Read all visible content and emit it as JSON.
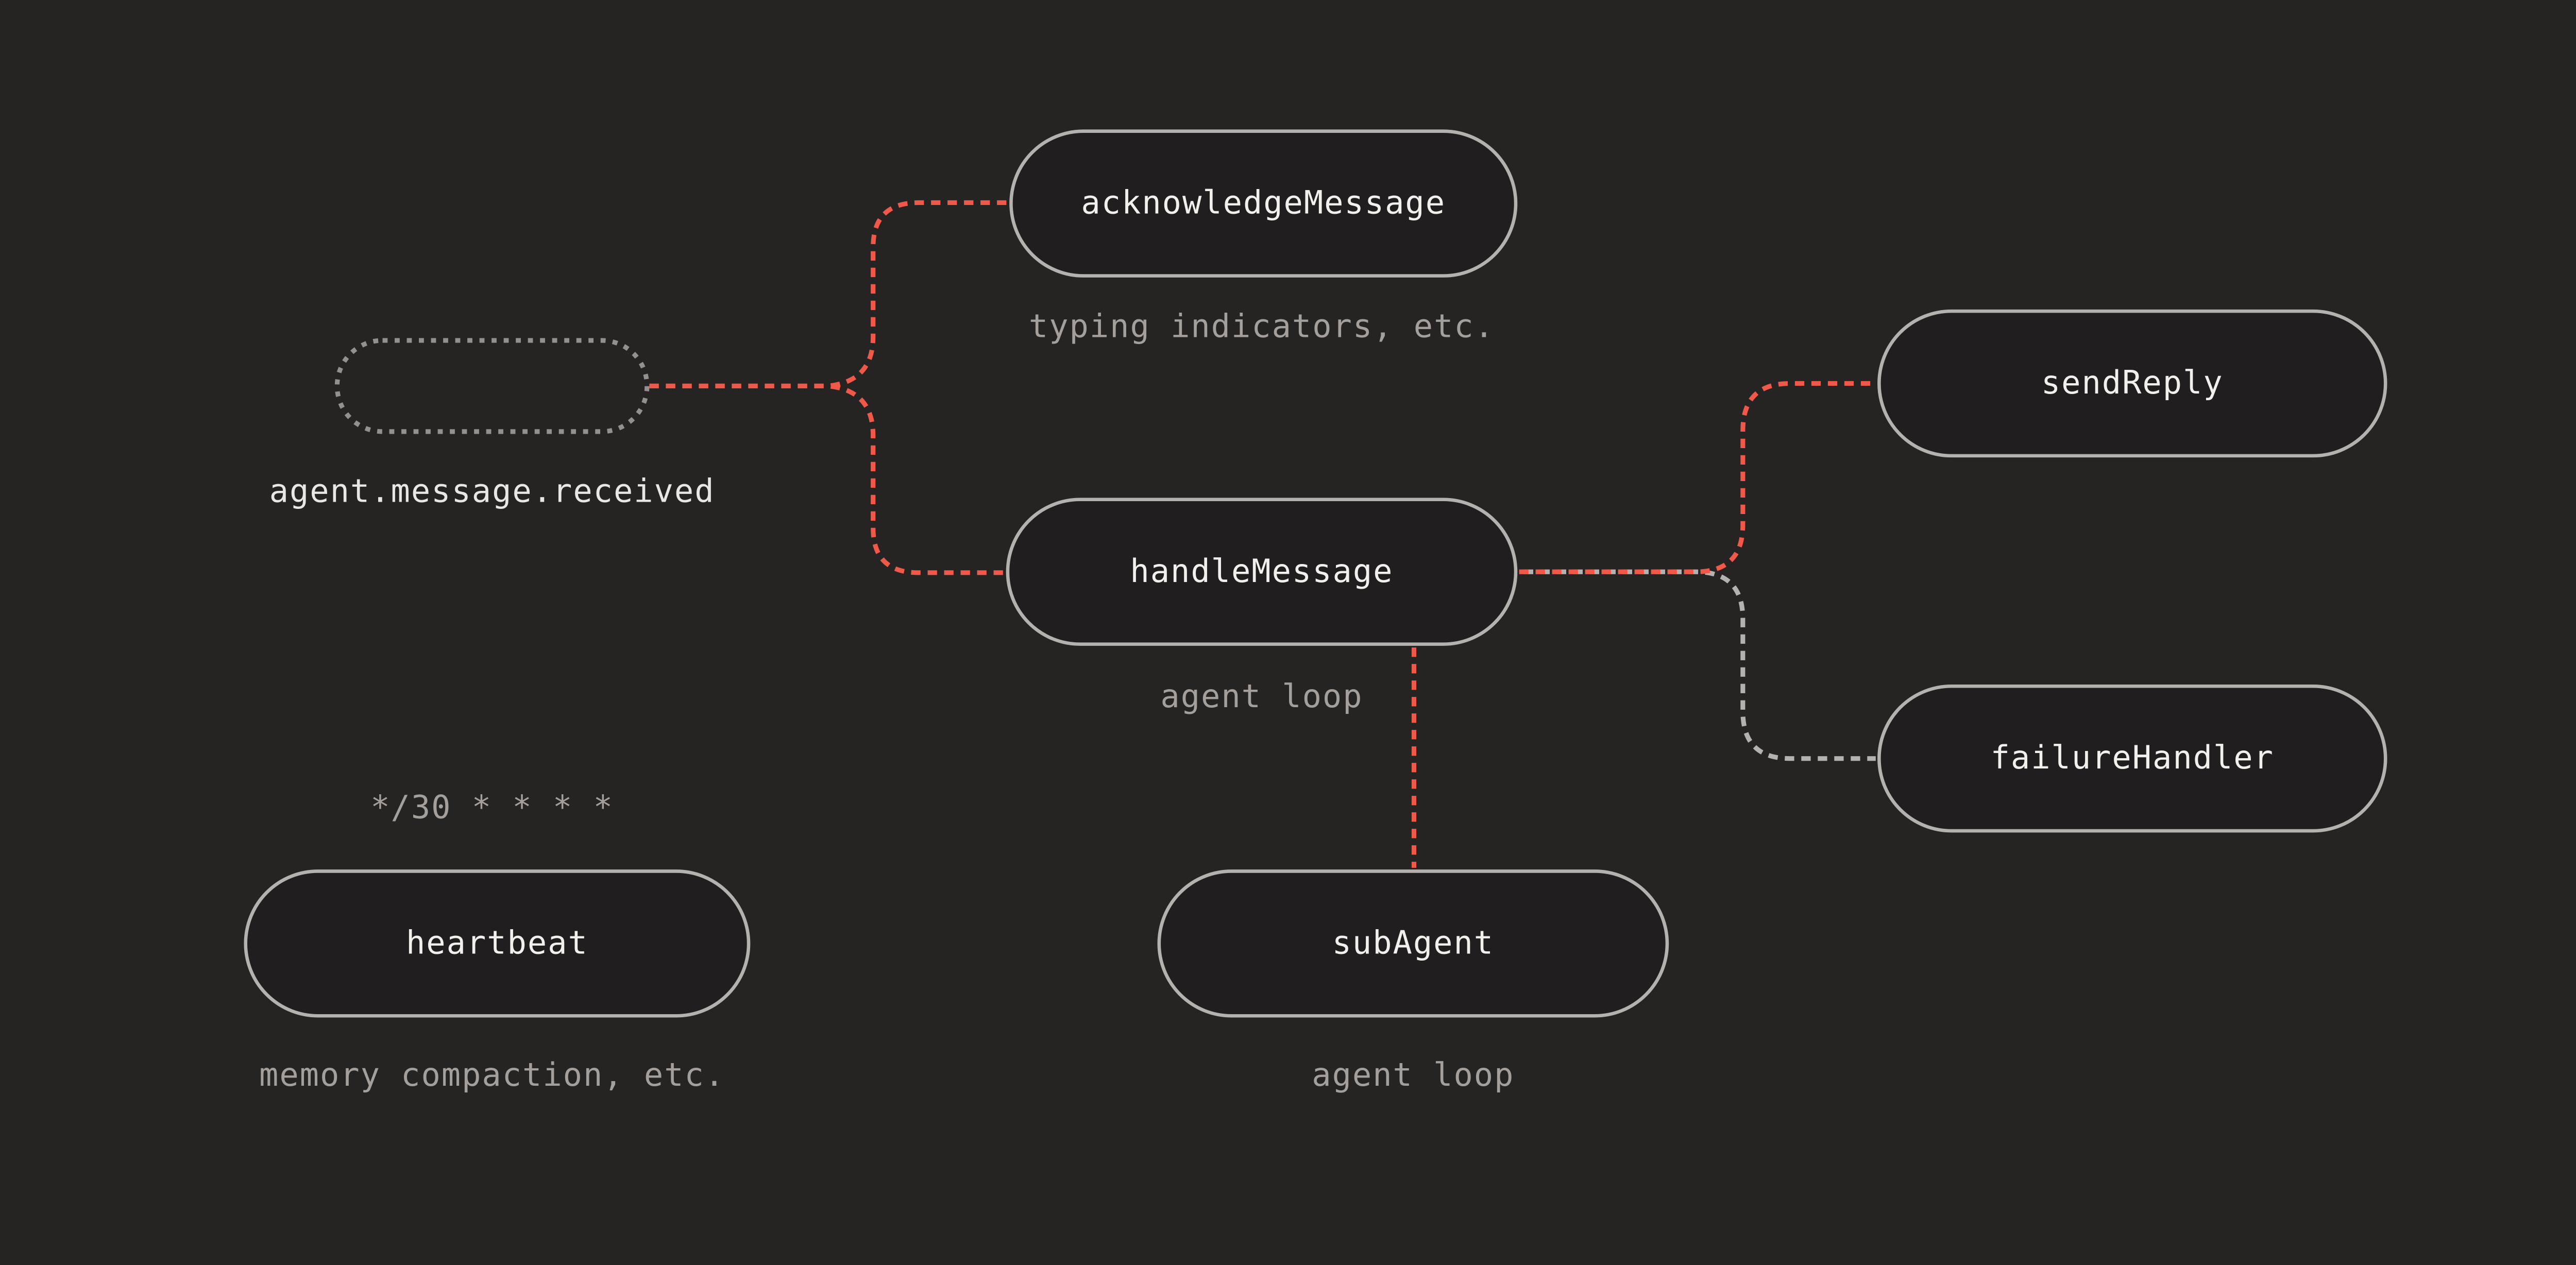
{
  "colors": {
    "background": "#262423",
    "node_fill": "#201e1e",
    "node_border": "#b5b1ae",
    "ghost_border": "#94908f",
    "edge_red": "#f0584a",
    "edge_gray": "#b5b1ae",
    "label_text": "#f2efec",
    "annotation_text": "#a49f9b",
    "trigger_text": "#e9e6e3"
  },
  "nodes": {
    "trigger": {
      "label": "",
      "caption": "agent.message.received"
    },
    "acknowledge_message": {
      "label": "acknowledgeMessage",
      "caption": "typing indicators, etc."
    },
    "handle_message": {
      "label": "handleMessage",
      "caption": "agent loop"
    },
    "send_reply": {
      "label": "sendReply"
    },
    "failure_handler": {
      "label": "failureHandler"
    },
    "sub_agent": {
      "label": "subAgent",
      "caption": "agent loop"
    },
    "heartbeat": {
      "label": "heartbeat",
      "schedule": "*/30 * * * *",
      "caption": "memory compaction, etc."
    }
  },
  "edges": [
    {
      "from": "trigger",
      "to": "acknowledge_message",
      "color": "red",
      "style": "dashed"
    },
    {
      "from": "trigger",
      "to": "handle_message",
      "color": "red",
      "style": "dashed"
    },
    {
      "from": "handle_message",
      "to": "send_reply",
      "color": "red",
      "style": "dashed"
    },
    {
      "from": "handle_message",
      "to": "failure_handler",
      "color": "gray",
      "style": "dashed"
    },
    {
      "from": "handle_message",
      "to": "sub_agent",
      "color": "red",
      "style": "dashed"
    }
  ]
}
